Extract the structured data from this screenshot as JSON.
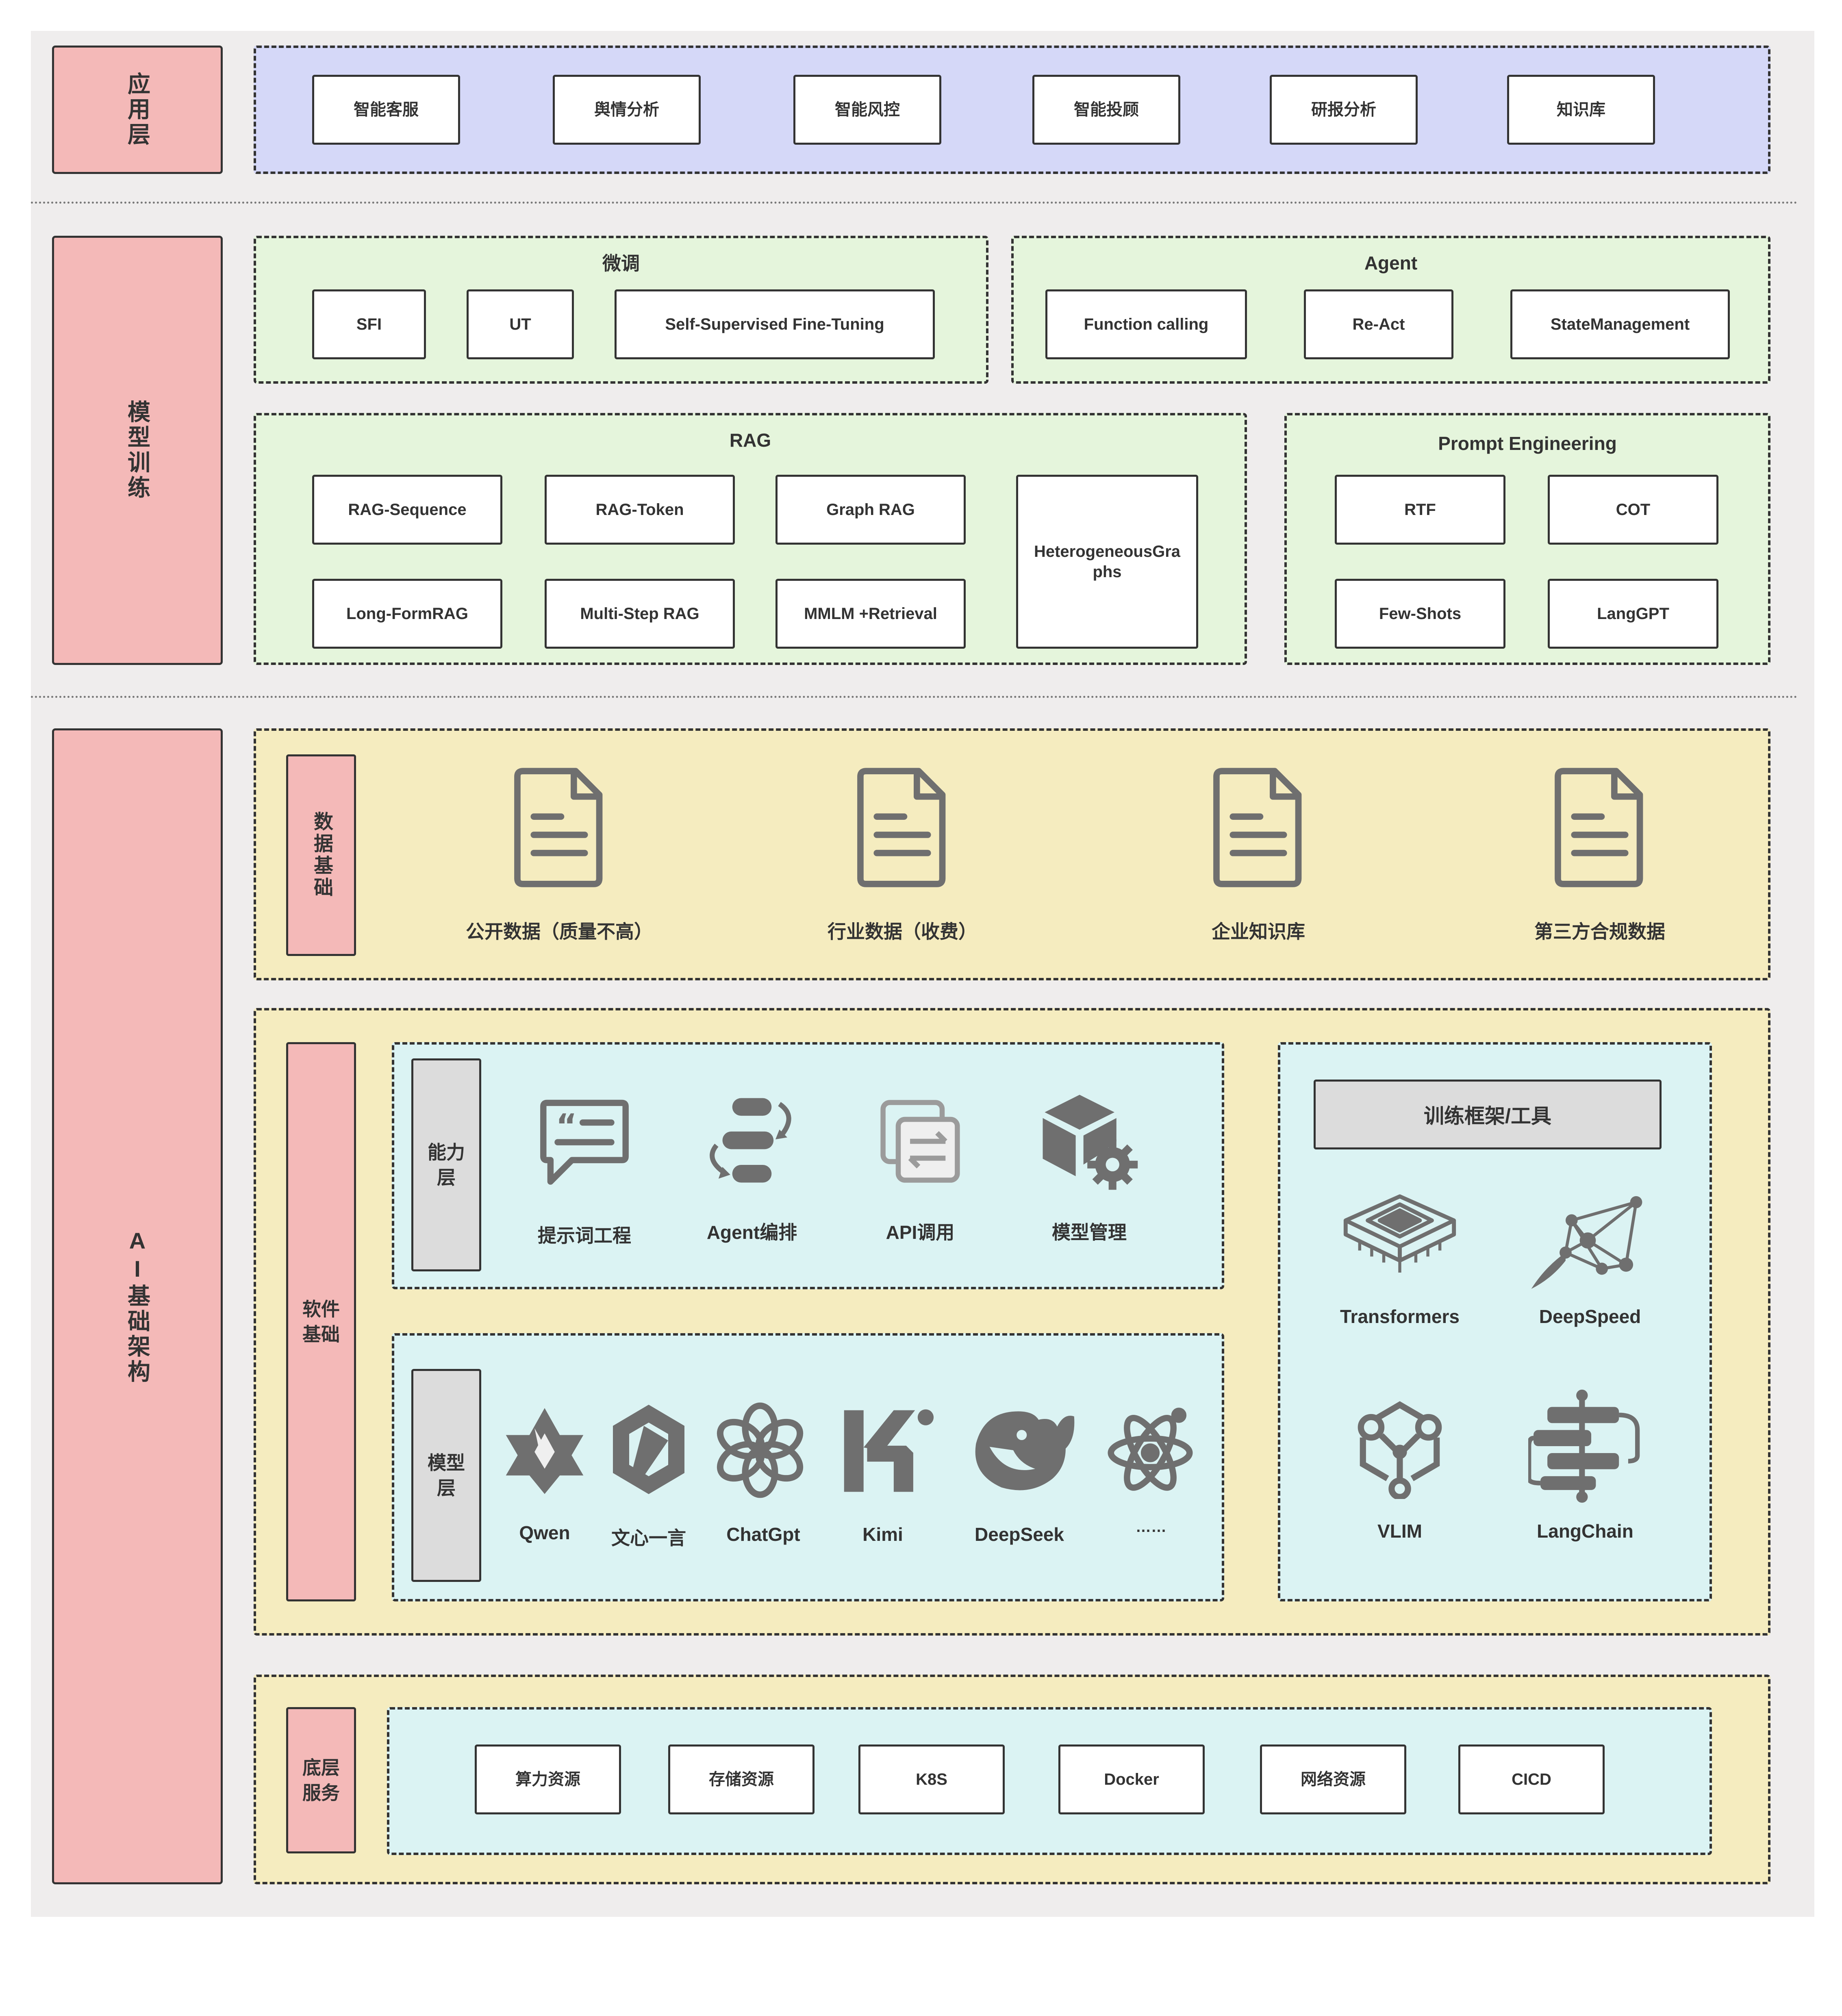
{
  "app_layer": {
    "label": "应用层",
    "items": [
      "智能客服",
      "舆情分析",
      "智能风控",
      "智能投顾",
      "研报分析",
      "知识库"
    ]
  },
  "training_layer": {
    "label": "模型训练",
    "finetune": {
      "title": "微调",
      "items": [
        "SFI",
        "UT",
        "Self-Supervised Fine-Tuning"
      ]
    },
    "agent": {
      "title": "Agent",
      "items": [
        "Function calling",
        "Re-Act",
        "StateManagement"
      ]
    },
    "rag": {
      "title": "RAG",
      "items": [
        "RAG-Sequence",
        "RAG-Token",
        "Graph RAG",
        "Long-FormRAG",
        "Multi-Step RAG",
        "MMLM +Retrieval"
      ],
      "tall_item": "HeterogeneousGraphs"
    },
    "prompt": {
      "title": "Prompt Engineering",
      "items": [
        "RTF",
        "COT",
        "Few-Shots",
        "LangGPT"
      ]
    }
  },
  "infra_layer": {
    "label": "AI基础架构",
    "data": {
      "label": "数据基础",
      "items": [
        {
          "icon": "document-icon",
          "label": "公开数据（质量不高）"
        },
        {
          "icon": "document-icon",
          "label": "行业数据（收费）"
        },
        {
          "icon": "document-icon",
          "label": "企业知识库"
        },
        {
          "icon": "document-icon",
          "label": "第三方合规数据"
        }
      ]
    },
    "software": {
      "label": "软件基础",
      "capability": {
        "label": "能力层",
        "items": [
          {
            "icon": "quote-chat-icon",
            "label": "提示词工程"
          },
          {
            "icon": "agent-flow-icon",
            "label": "Agent编排"
          },
          {
            "icon": "api-swap-icon",
            "label": "API调用"
          },
          {
            "icon": "cube-gear-icon",
            "label": "模型管理"
          }
        ]
      },
      "model": {
        "label": "模型层",
        "items": [
          {
            "icon": "qwen-logo-icon",
            "label": "Qwen"
          },
          {
            "icon": "wenxin-logo-icon",
            "label": "文心一言"
          },
          {
            "icon": "chatgpt-logo-icon",
            "label": "ChatGpt"
          },
          {
            "icon": "kimi-logo-icon",
            "label": "Kimi"
          },
          {
            "icon": "deepseek-logo-icon",
            "label": "DeepSeek"
          },
          {
            "icon": "atom-icon",
            "label": "……"
          }
        ]
      },
      "framework": {
        "title": "训练框架/工具",
        "items": [
          {
            "icon": "chip-icon",
            "label": "Transformers"
          },
          {
            "icon": "graph-nodes-icon",
            "label": "DeepSpeed"
          },
          {
            "icon": "hex-network-icon",
            "label": "VLIM"
          },
          {
            "icon": "chain-stack-icon",
            "label": "LangChain"
          }
        ]
      }
    },
    "base": {
      "label": "底层服务",
      "items": [
        "算力资源",
        "存储资源",
        "K8S",
        "Docker",
        "网络资源",
        "CICD"
      ]
    }
  },
  "colors": {
    "side_pink": "#f4b9b8",
    "app_bg": "#d5d8f8",
    "train_bg": "#e5f5dc",
    "infra_bg": "#f5ecbf",
    "inner_bg": "#dbf3f3",
    "icon_grey": "#6f6f6f"
  }
}
